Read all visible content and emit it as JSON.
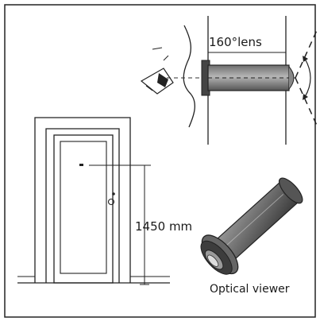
{
  "diagram": {
    "labels": {
      "lens": "160°lens",
      "mounting_height": "1450 mm",
      "viewer": "Optical viewer"
    }
  }
}
